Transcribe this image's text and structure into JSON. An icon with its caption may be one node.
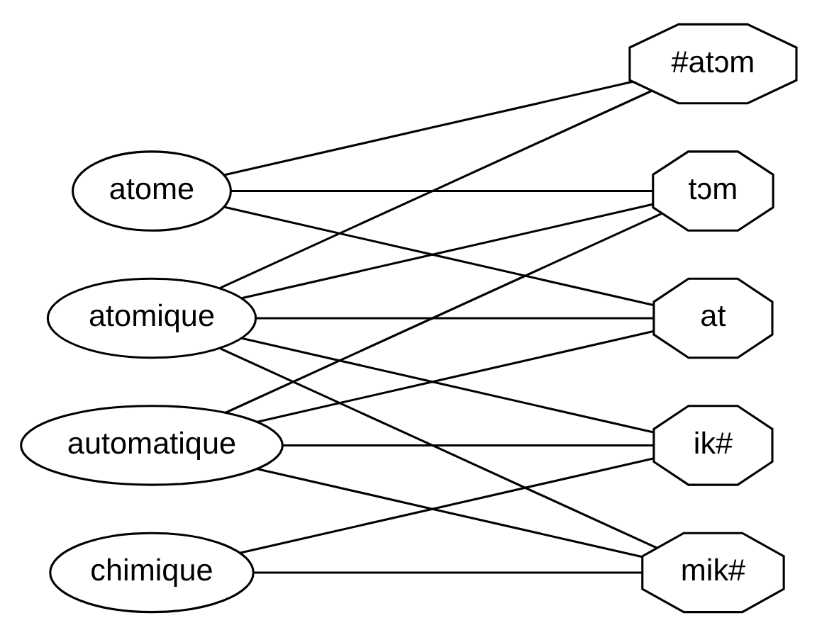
{
  "diagram": {
    "nodes": [
      {
        "text": [
          "atome"
        ]
      },
      {
        "text": [
          "atomique"
        ]
      },
      {
        "text": [
          "automatique"
        ]
      },
      {
        "text": [
          "chimique"
        ]
      },
      {
        "text": [
          "#atɔm"
        ]
      },
      {
        "text": [
          "at"
        ]
      },
      {
        "text": [
          "tɔm"
        ]
      },
      {
        "text": [
          "mik#"
        ]
      },
      {
        "text": [
          "ik#"
        ]
      }
    ],
    "edges": [
      {
        "from": 0,
        "to": 4,
        "arrow": "none"
      },
      {
        "from": 0,
        "to": 5,
        "arrow": "none"
      },
      {
        "from": 0,
        "to": 6,
        "arrow": "none"
      },
      {
        "from": 1,
        "to": 4,
        "arrow": "none"
      },
      {
        "from": 1,
        "to": 5,
        "arrow": "none"
      },
      {
        "from": 1,
        "to": 6,
        "arrow": "none"
      },
      {
        "from": 1,
        "to": 7,
        "arrow": "none"
      },
      {
        "from": 1,
        "to": 8,
        "arrow": "none"
      },
      {
        "from": 2,
        "to": 5,
        "arrow": "none"
      },
      {
        "from": 2,
        "to": 6,
        "arrow": "none"
      },
      {
        "from": 2,
        "to": 7,
        "arrow": "none"
      },
      {
        "from": 2,
        "to": 8,
        "arrow": "none"
      },
      {
        "from": 3,
        "to": 7,
        "arrow": "none"
      },
      {
        "from": 3,
        "to": 8,
        "arrow": "none"
      }
    ]
  }
}
